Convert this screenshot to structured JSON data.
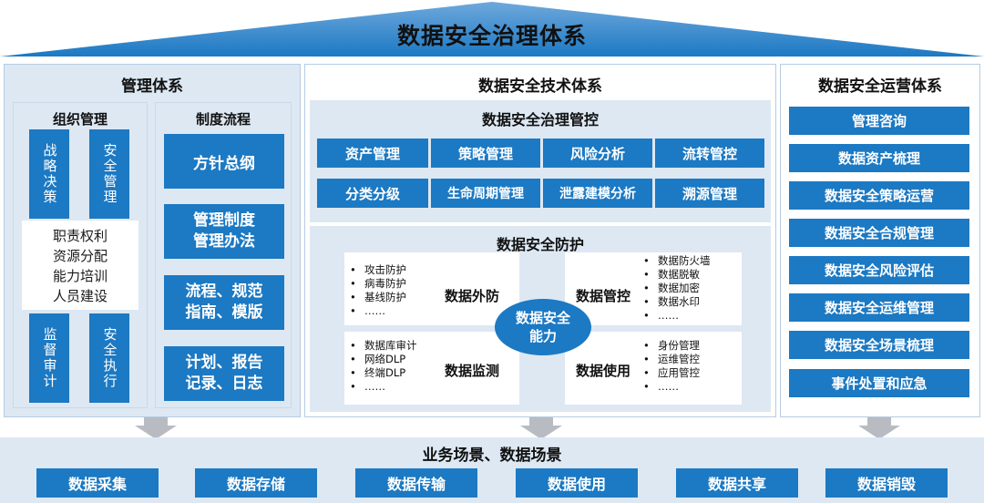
{
  "title": "数据安全治理体系",
  "management": {
    "title": "管理体系",
    "org": {
      "title": "组织管理",
      "strategy": "战略决策",
      "security_mgmt": "安全管理",
      "responsibilities": [
        "职责权利",
        "资源分配",
        "能力培训",
        "人员建设"
      ],
      "audit": "监督审计",
      "execution": "安全执行"
    },
    "process": {
      "title": "制度流程",
      "items": [
        "方针总纲",
        "管理制度\n管理办法",
        "流程、规范\n指南、模版",
        "计划、报告\n记录、日志"
      ]
    }
  },
  "tech": {
    "title": "数据安全技术体系",
    "governance": {
      "title": "数据安全治理管控",
      "row1": [
        "资产管理",
        "策略管理",
        "风险分析",
        "流转管控"
      ],
      "row2": [
        "分类分级",
        "生命周期管理",
        "泄露建模分析",
        "溯源管理"
      ]
    },
    "protection": {
      "title": "数据安全防护",
      "center": "数据安全能力",
      "quadrants": [
        {
          "label": "数据外防",
          "items": [
            "攻击防护",
            "病毒防护",
            "基线防护",
            "……"
          ]
        },
        {
          "label": "数据管控",
          "items": [
            "数据防火墙",
            "数据脱敏",
            "数据加密",
            "数据水印",
            "……"
          ]
        },
        {
          "label": "数据监测",
          "items": [
            "数据库审计",
            "网络DLP",
            "终端DLP",
            "……"
          ]
        },
        {
          "label": "数据使用",
          "items": [
            "身份管理",
            "运维管控",
            "应用管控",
            "……"
          ]
        }
      ]
    }
  },
  "ops": {
    "title": "数据安全运营体系",
    "items": [
      "管理咨询",
      "数据资产梳理",
      "数据安全策略运营",
      "数据安全合规管理",
      "数据安全风险评估",
      "数据安全运维管理",
      "数据安全场景梳理",
      "事件处置和应急"
    ]
  },
  "scenes": {
    "title": "业务场景、数据场景",
    "items": [
      "数据采集",
      "数据存储",
      "数据传输",
      "数据使用",
      "数据共享",
      "数据销毁"
    ]
  },
  "colors": {
    "primary_blue": "#1c79c3",
    "light_blue": "#dde8f3"
  }
}
